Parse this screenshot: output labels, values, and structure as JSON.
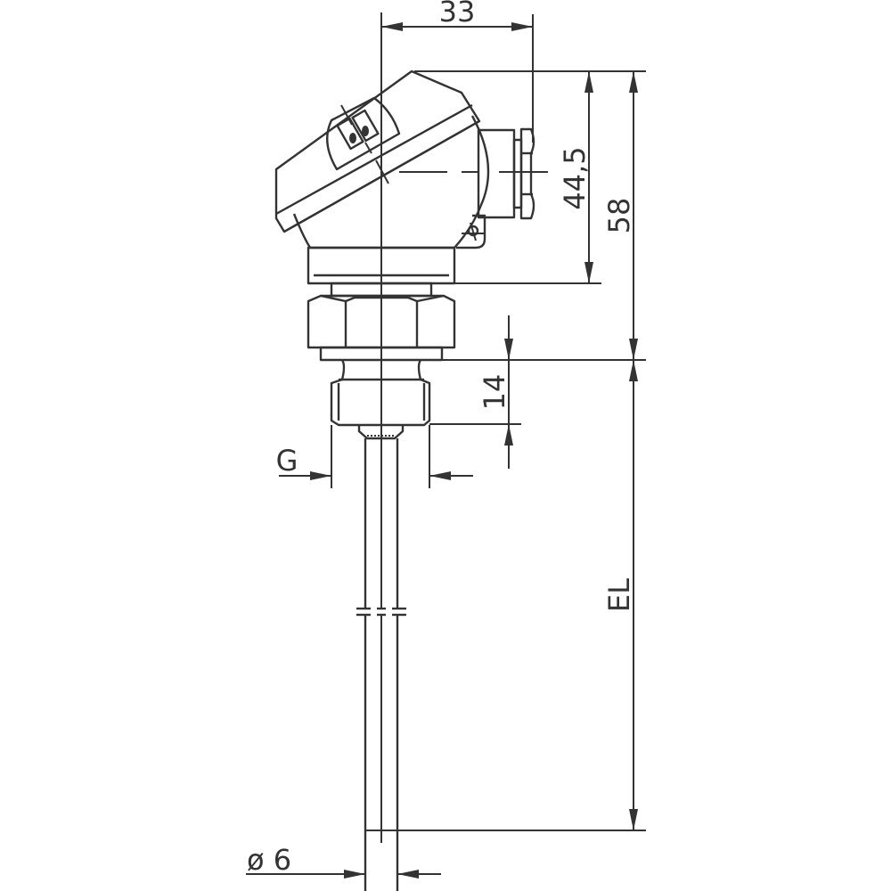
{
  "drawing": {
    "subject": "thermometer with connection head, threaded fitting and protection tube",
    "line_color": "#333333",
    "background": "#ffffff"
  },
  "dimensions": {
    "head_offset": "33",
    "head_height": "44,5",
    "head_total_height": "58",
    "thread_length": "14",
    "thread": "G",
    "insertion_length": "EL",
    "tube_diameter": "ø 6"
  }
}
